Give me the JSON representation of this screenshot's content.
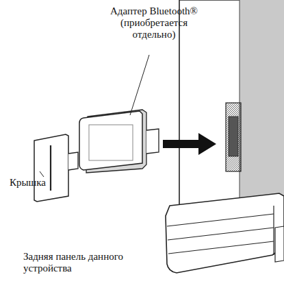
{
  "diagram": {
    "labels": [
      "Адаптер Bluetooth® (приобретается отдельно)",
      "Крышка",
      "Задняя панель данного устройства"
    ]
  }
}
